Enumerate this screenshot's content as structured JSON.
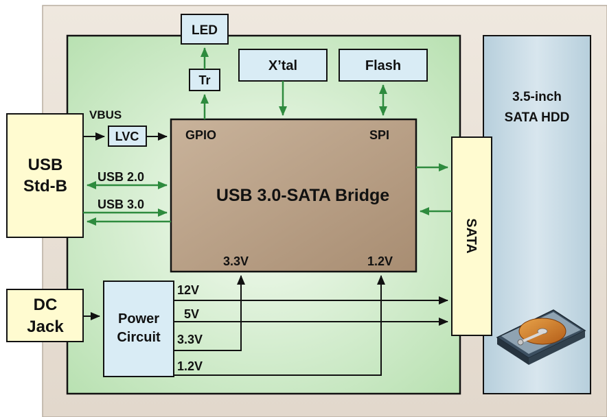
{
  "blocks": {
    "led": "LED",
    "tr": "Tr",
    "xtal": "X’tal",
    "flash": "Flash",
    "lvc": "LVC",
    "vbus": "VBUS",
    "usb_line1": "USB",
    "usb_line2": "Std-B",
    "dc_line1": "DC",
    "dc_line2": "Jack",
    "power_line1": "Power",
    "power_line2": "Circuit",
    "bridge": "USB 3.0-SATA Bridge",
    "gpio": "GPIO",
    "spi": "SPI",
    "bridge_v33": "3.3V",
    "bridge_v12": "1.2V",
    "sata": "SATA",
    "hdd_line1": "3.5-inch",
    "hdd_line2": "SATA HDD"
  },
  "signals": {
    "usb2": "USB 2.0",
    "usb3": "USB 3.0"
  },
  "rails": {
    "r12v": "12V",
    "r5v": "5V",
    "r33v": "3.3V",
    "r12v_low": "1.2V"
  },
  "colors": {
    "board_green": "#c9e9c4",
    "outer_beige": "#ece4da",
    "block_blue": "#d9ecf5",
    "block_yellow": "#fffbd0",
    "bridge_brown": "#b59c82",
    "arrow_green": "#2e8b3e"
  }
}
